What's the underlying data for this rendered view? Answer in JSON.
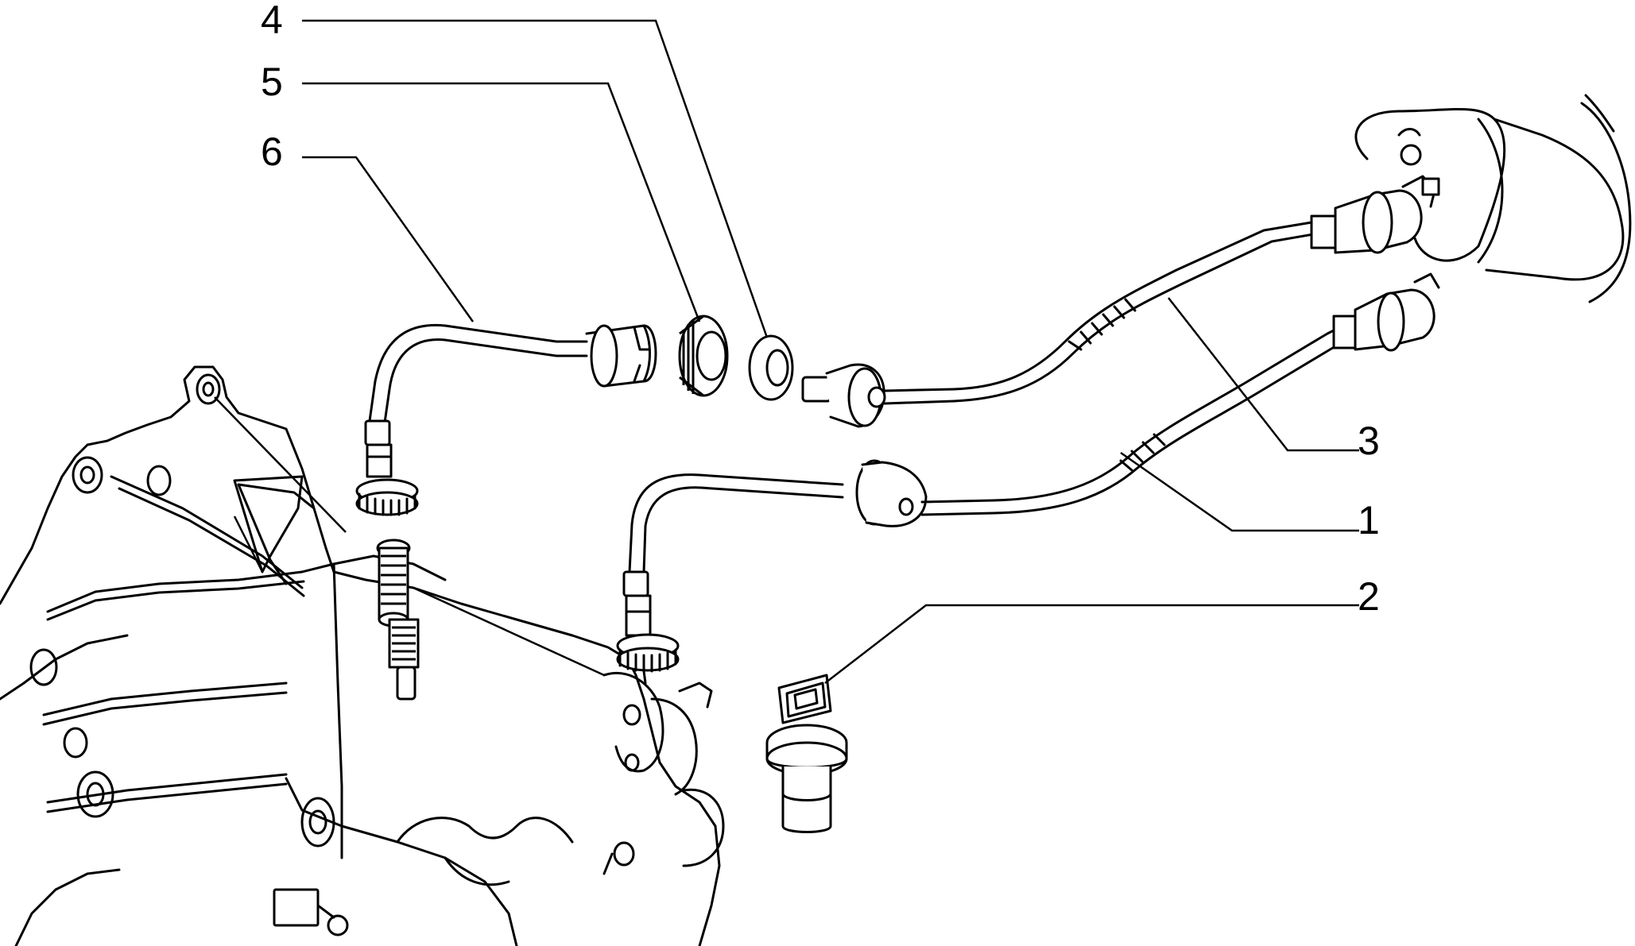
{
  "diagram": {
    "line_color": "#000000",
    "background_color": "#ffffff",
    "callouts": [
      {
        "id": "4",
        "label": "4"
      },
      {
        "id": "5",
        "label": "5"
      },
      {
        "id": "6",
        "label": "6"
      },
      {
        "id": "3",
        "label": "3"
      },
      {
        "id": "1",
        "label": "1"
      },
      {
        "id": "2",
        "label": "2"
      }
    ],
    "parts": [
      {
        "name": "gearbox-housing-icon"
      },
      {
        "name": "speedometer-cable-icon"
      },
      {
        "name": "speed-sensor-icon"
      },
      {
        "name": "speedometer-cable-icon"
      },
      {
        "name": "gasket-ring-icon"
      },
      {
        "name": "ring-nut-icon"
      },
      {
        "name": "drive-gear-icon"
      },
      {
        "name": "instrument-gauge-icon"
      }
    ]
  }
}
